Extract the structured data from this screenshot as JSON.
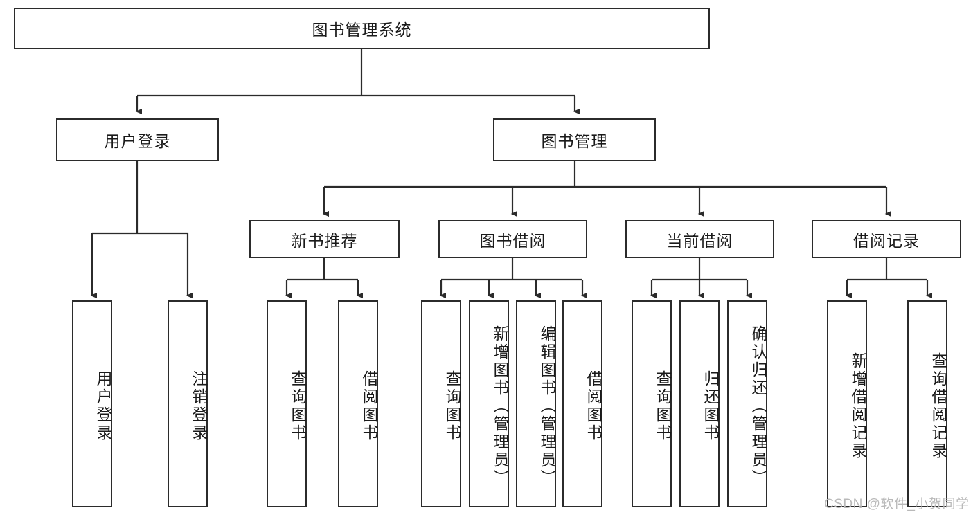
{
  "diagram": {
    "title": "图书管理系统",
    "type": "functional-decomposition-tree",
    "root": {
      "id": "root",
      "label": "图书管理系统",
      "orientation": "horizontal"
    },
    "level2": [
      {
        "id": "user-login",
        "label": "用户登录",
        "orientation": "horizontal"
      },
      {
        "id": "book-management",
        "label": "图书管理",
        "orientation": "horizontal"
      }
    ],
    "level3": [
      {
        "id": "new-book-recommend",
        "label": "新书推荐",
        "orientation": "horizontal",
        "parent": "book-management"
      },
      {
        "id": "book-borrow",
        "label": "图书借阅",
        "orientation": "horizontal",
        "parent": "book-management"
      },
      {
        "id": "current-borrow",
        "label": "当前借阅",
        "orientation": "horizontal",
        "parent": "book-management"
      },
      {
        "id": "borrow-record",
        "label": "借阅记录",
        "orientation": "horizontal",
        "parent": "book-management"
      }
    ],
    "leaves": [
      {
        "id": "leaf-user-login",
        "label": "用户登录",
        "parent": "user-login"
      },
      {
        "id": "leaf-logout-login",
        "label": "注销登录",
        "parent": "user-login"
      },
      {
        "id": "leaf-query-book-1",
        "label": "查询图书",
        "parent": "new-book-recommend"
      },
      {
        "id": "leaf-borrow-book-1",
        "label": "借阅图书",
        "parent": "new-book-recommend"
      },
      {
        "id": "leaf-query-book-2",
        "label": "查询图书",
        "parent": "book-borrow"
      },
      {
        "id": "leaf-add-book",
        "label": "新增图书（管理员）",
        "parent": "book-borrow"
      },
      {
        "id": "leaf-edit-book",
        "label": "编辑图书（管理员）",
        "parent": "book-borrow"
      },
      {
        "id": "leaf-borrow-book-2",
        "label": "借阅图书",
        "parent": "book-borrow"
      },
      {
        "id": "leaf-query-book-3",
        "label": "查询图书",
        "parent": "current-borrow"
      },
      {
        "id": "leaf-return-book",
        "label": "归还图书",
        "parent": "current-borrow"
      },
      {
        "id": "leaf-confirm-return",
        "label": "确认归还（管理员）",
        "parent": "current-borrow"
      },
      {
        "id": "leaf-add-record",
        "label": "新增借阅记录",
        "parent": "borrow-record"
      },
      {
        "id": "leaf-query-record",
        "label": "查询借阅记录",
        "parent": "borrow-record"
      }
    ],
    "colors": {
      "border": "#2b2b2b",
      "background": "#ffffff",
      "text": "#1a1a1a",
      "connector": "#2b2b2b",
      "watermark": "#b9b9b9"
    }
  },
  "watermark": {
    "text": "CSDN @软件_小贺同学"
  }
}
